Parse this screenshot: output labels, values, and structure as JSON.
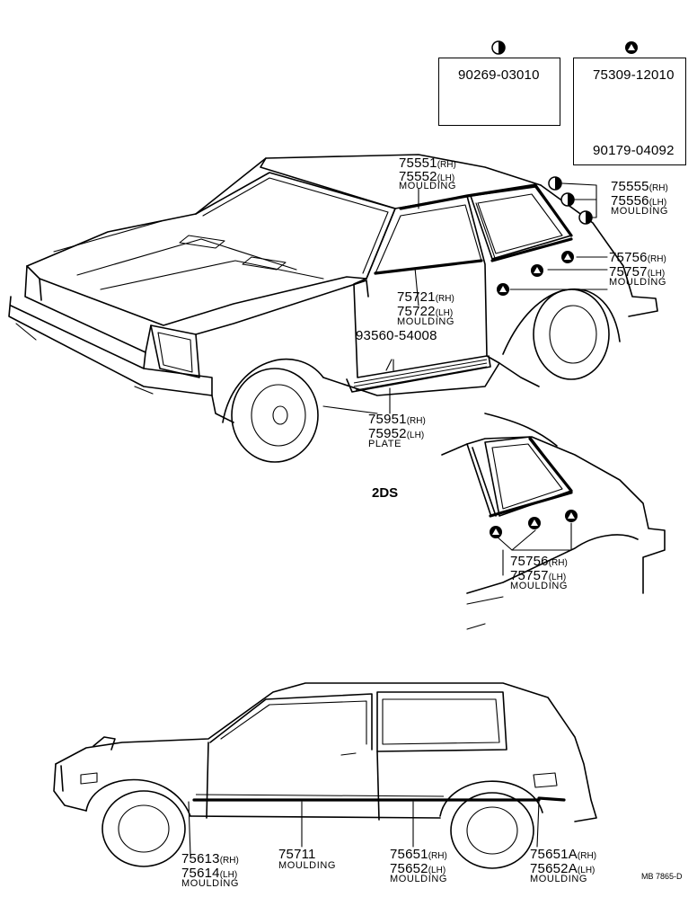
{
  "legend": {
    "half_circle_part": "90269-03010",
    "triangle_parts": [
      "75309-12010",
      "90179-04092"
    ]
  },
  "callouts": {
    "roof_moulding": {
      "rh": "75551",
      "rh_tag": "(RH)",
      "lh": "75552",
      "lh_tag": "(LH)",
      "desc": "MOULDING"
    },
    "quarter_moulding": {
      "rh": "75555",
      "rh_tag": "(RH)",
      "lh": "75556",
      "lh_tag": "(LH)",
      "desc": "MOULDING"
    },
    "belt_moulding_rear": {
      "rh": "75756",
      "rh_tag": "(RH)",
      "lh": "75757",
      "lh_tag": "(LH)",
      "desc": "MOULDING"
    },
    "door_belt_moulding": {
      "rh": "75721",
      "rh_tag": "(RH)",
      "lh": "75722",
      "lh_tag": "(LH)",
      "desc": "MOULDING"
    },
    "clip": {
      "part": "93560-54008"
    },
    "scuff_plate": {
      "rh": "75951",
      "rh_tag": "(RH)",
      "lh": "75952",
      "lh_tag": "(LH)",
      "desc": "PLATE"
    },
    "section_label": "2DS",
    "belt_moulding_2ds": {
      "rh": "75756",
      "rh_tag": "(RH)",
      "lh": "75757",
      "lh_tag": "(LH)",
      "desc": "MOULDING"
    },
    "front_side_moulding": {
      "rh": "75613",
      "rh_tag": "(RH)",
      "lh": "75614",
      "lh_tag": "(LH)",
      "desc": "MOULDING"
    },
    "center_side_moulding": {
      "part": "75711",
      "desc": "MOULDING"
    },
    "door_side_moulding": {
      "rh": "75651",
      "rh_tag": "(RH)",
      "lh": "75652",
      "lh_tag": "(LH)",
      "desc": "MOULDING"
    },
    "rear_side_moulding": {
      "rh": "75651A",
      "rh_tag": "(RH)",
      "lh": "75652A",
      "lh_tag": "(LH)",
      "desc": "MOULDING"
    }
  },
  "drawing_code": "MB 7865-D"
}
